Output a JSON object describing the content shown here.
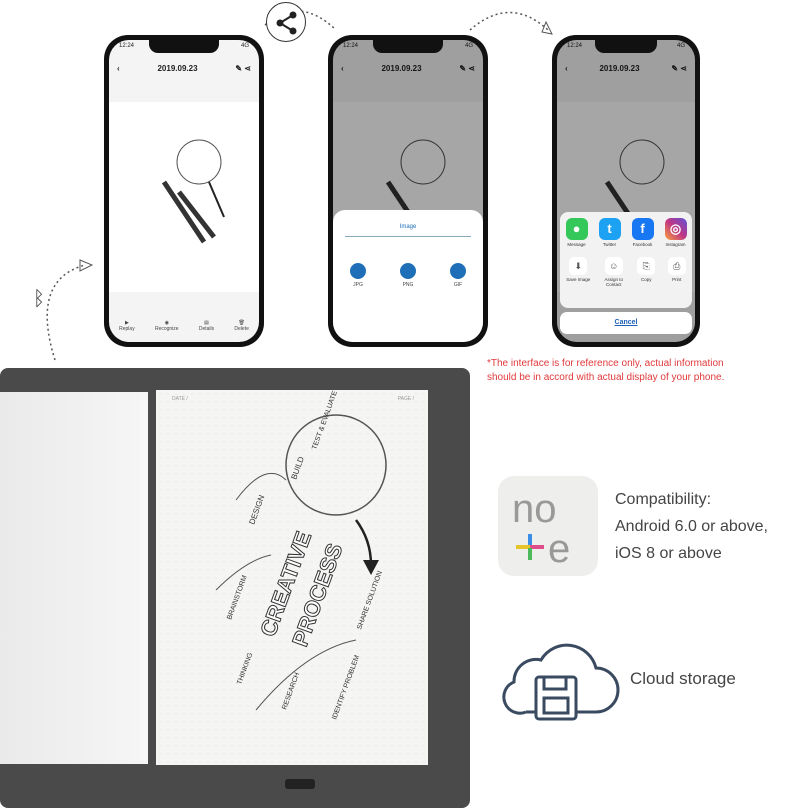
{
  "phone": {
    "time": "12:24",
    "signal": "4G",
    "date": "2019.09.23",
    "bottom_actions": [
      "Replay",
      "Recognize",
      "Details",
      "Delete"
    ]
  },
  "export_sheet": {
    "title": "Image",
    "formats": [
      "JPG",
      "PNG",
      "GIF"
    ]
  },
  "share_sheet": {
    "apps": [
      {
        "label": "Message",
        "color": "#34c759",
        "glyph": "💬"
      },
      {
        "label": "Twitter",
        "color": "#1da1f2",
        "glyph": "t"
      },
      {
        "label": "Facebook",
        "color": "#1877f2",
        "glyph": "f"
      },
      {
        "label": "Instagram",
        "color": "#c13584",
        "glyph": "◎"
      }
    ],
    "actions": [
      {
        "label": "Save Image",
        "glyph": "⬇"
      },
      {
        "label": "Assign to Contact",
        "glyph": "☺"
      },
      {
        "label": "Copy",
        "glyph": "⎘"
      },
      {
        "label": "Print",
        "glyph": "⎙"
      }
    ],
    "cancel": "Cancel"
  },
  "disclaimer": [
    "*The interface is for reference only, actual information",
    "should be in accord with actual display of your phone."
  ],
  "notebook": {
    "page_left_label": "DATE /",
    "page_right_label": "PAGE /",
    "sketch_title": [
      "CREATIVE",
      "PROCESS"
    ],
    "sketch_labels": [
      "DESIGN",
      "BUILD",
      "TEST & EVALUATE",
      "SHARE SOLUTION",
      "IDENTIFY PROBLEM",
      "RESEARCH",
      "BRAINSTORM",
      "THINKING"
    ]
  },
  "compatibility": {
    "lines": [
      "Compatibility:",
      "Android 6.0 or above,",
      "iOS 8 or above"
    ],
    "logo_text": "note"
  },
  "cloud": {
    "label": "Cloud storage"
  },
  "colors": {
    "accent": "#1e6fb7",
    "disclaimer": "#e0393b"
  }
}
